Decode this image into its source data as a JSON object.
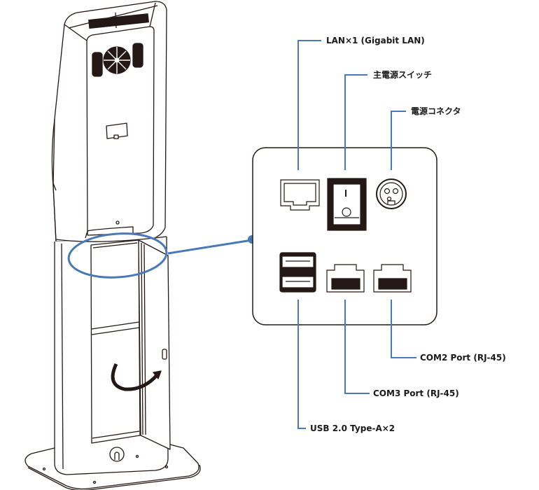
{
  "diagram": {
    "title": "Kiosk rear I/O panel",
    "accent_color": "#4a7ab5",
    "line_color": "#231815",
    "callouts": {
      "lan": "LAN×1 (Gigabit LAN)",
      "power_switch": "主電源スイッチ",
      "power_connector": "電源コネクタ",
      "com2": "COM2 Port (RJ-45)",
      "com3": "COM3 Port (RJ-45)",
      "usb": "USB 2.0 Type-A×2"
    }
  }
}
